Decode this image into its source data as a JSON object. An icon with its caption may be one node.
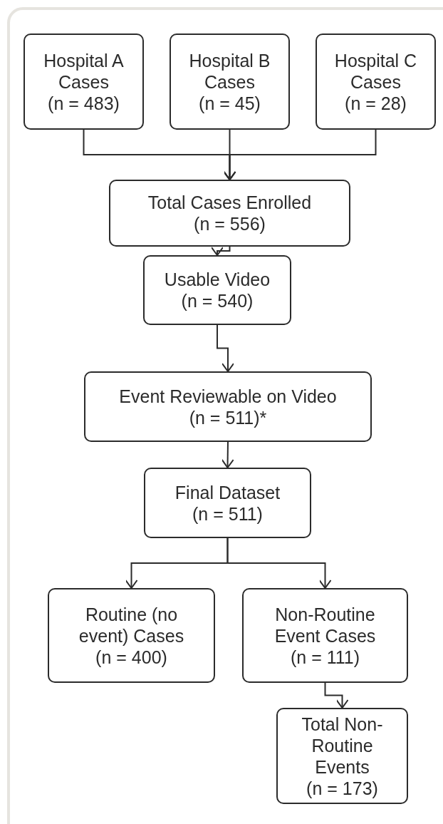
{
  "diagram": {
    "nodes": [
      {
        "text": [
          "Hospital A Cases",
          "(n = 483)"
        ]
      },
      {
        "text": [
          "Hospital B Cases",
          "(n = 45)"
        ]
      },
      {
        "text": [
          "Hospital C Cases",
          "(n = 28)"
        ]
      },
      {
        "text": [
          "Total Cases Enrolled",
          "(n = 556)"
        ]
      },
      {
        "text": [
          "Usable Video",
          "(n = 540)"
        ]
      },
      {
        "text": [
          "Event Reviewable on Video",
          "(n = 511)*"
        ]
      },
      {
        "text": [
          "Final Dataset",
          "(n = 511)"
        ]
      },
      {
        "text": [
          "Routine (no event) Cases",
          "(n = 400)"
        ]
      },
      {
        "text": [
          "Non-Routine Event Cases",
          "(n = 111)"
        ]
      },
      {
        "text": [
          "Total Non-Routine Events",
          "(n = 173)"
        ]
      }
    ],
    "edges": [
      {
        "from": 0,
        "to": 3,
        "arrow": "to"
      },
      {
        "from": 1,
        "to": 3,
        "arrow": "to"
      },
      {
        "from": 2,
        "to": 3,
        "arrow": "to"
      },
      {
        "from": 3,
        "to": 4,
        "arrow": "to"
      },
      {
        "from": 4,
        "to": 5,
        "arrow": "to"
      },
      {
        "from": 5,
        "to": 6,
        "arrow": "to"
      },
      {
        "from": 6,
        "to": 7,
        "arrow": "to"
      },
      {
        "from": 6,
        "to": 8,
        "arrow": "to"
      },
      {
        "from": 8,
        "to": 9,
        "arrow": "to"
      }
    ]
  }
}
